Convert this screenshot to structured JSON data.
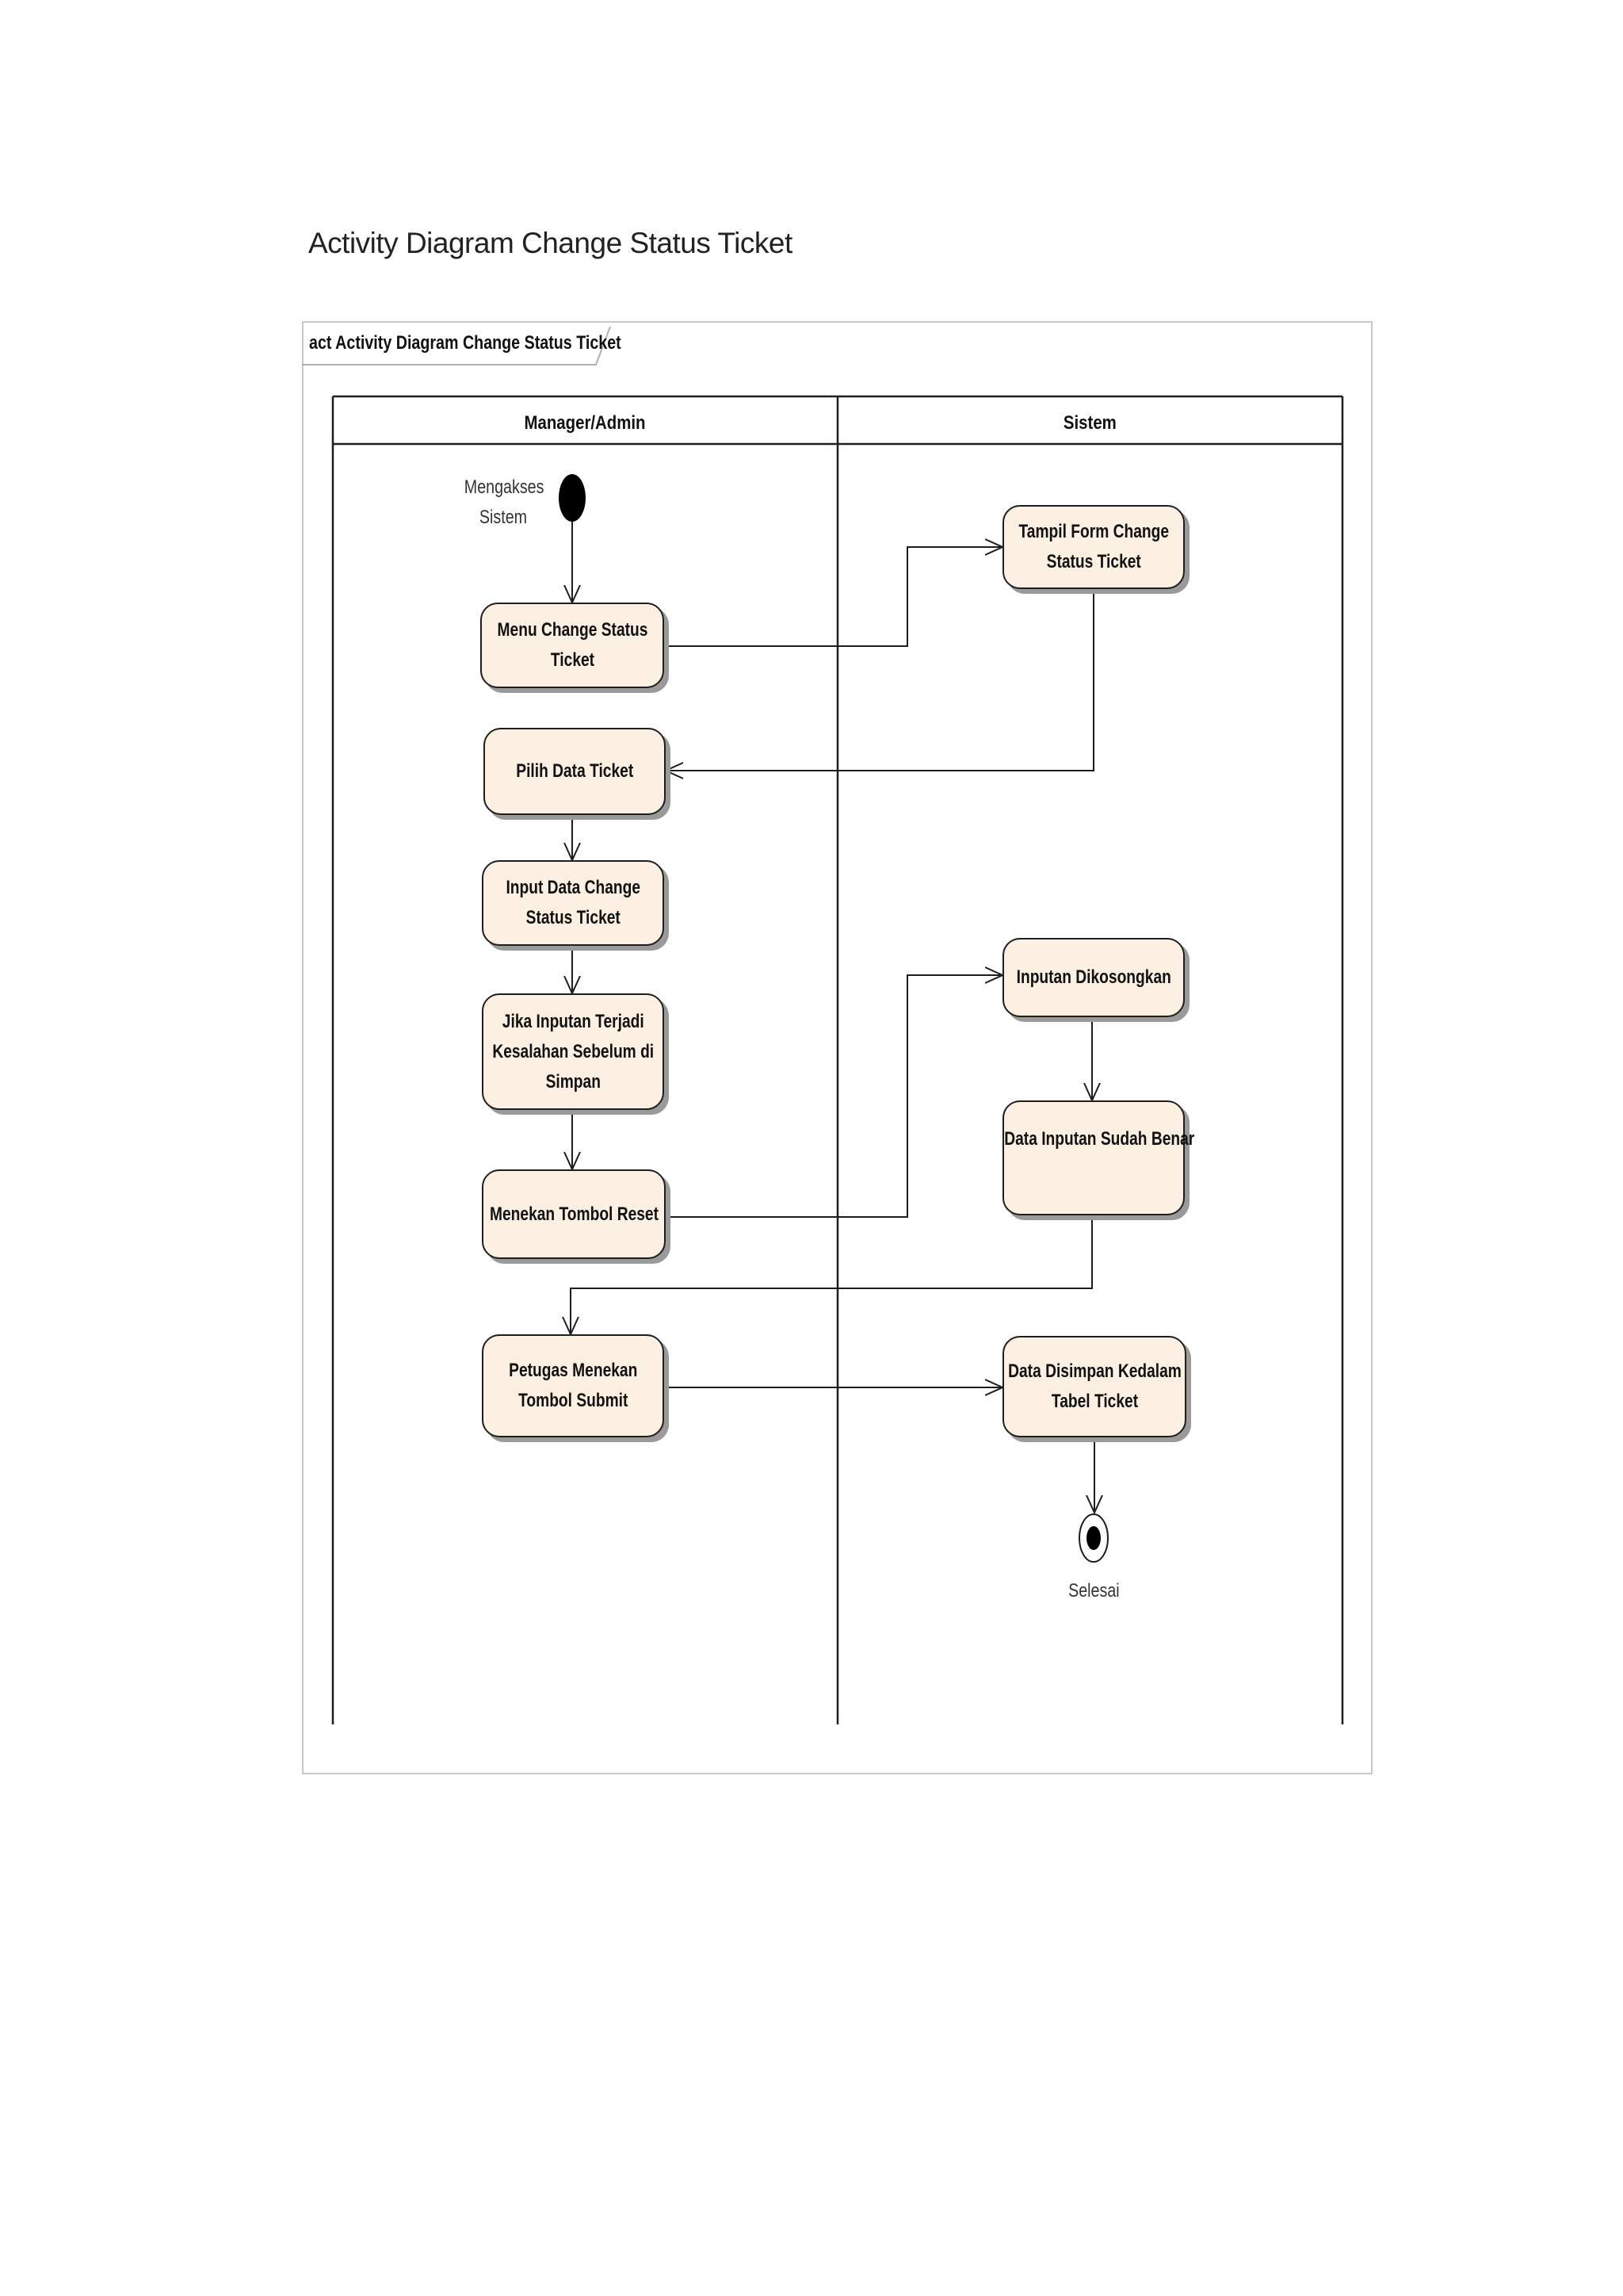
{
  "page_title": "Activity Diagram Change Status Ticket",
  "frame_label": "act Activity Diagram Change Status Ticket",
  "lanes": [
    "Manager/Admin",
    "Sistem"
  ],
  "start_label": "Mengakses Sistem",
  "end_label": "Selesai",
  "actions": {
    "menu_change_status": "Menu Change Status Ticket",
    "pilih_data_ticket": "Pilih Data Ticket",
    "input_data_change_status": "Input Data Change Status Ticket",
    "jika_inputan_terjadi_kesalahan": "Jika Inputan Terjadi Kesalahan Sebelum di Simpan",
    "menekan_tombol_reset": "Menekan Tombol Reset",
    "petugas_menekan_tombol_submit": "Petugas Menekan Tombol Submit",
    "tampil_form_change_status": "Tampil Form Change Status Ticket",
    "inputan_dikosongkan": "Inputan Dikosongkan",
    "data_inputan_sudah_benar": "Data Inputan Sudah Benar",
    "data_disimpan_kedalam_tabel": "Data Disimpan Kedalam Tabel Ticket"
  },
  "colors": {
    "action_fill": "#fbf0e2",
    "line": "#1e1e1e",
    "shadow": "#9a9a9a",
    "frame_border": "#c8c8c8"
  }
}
